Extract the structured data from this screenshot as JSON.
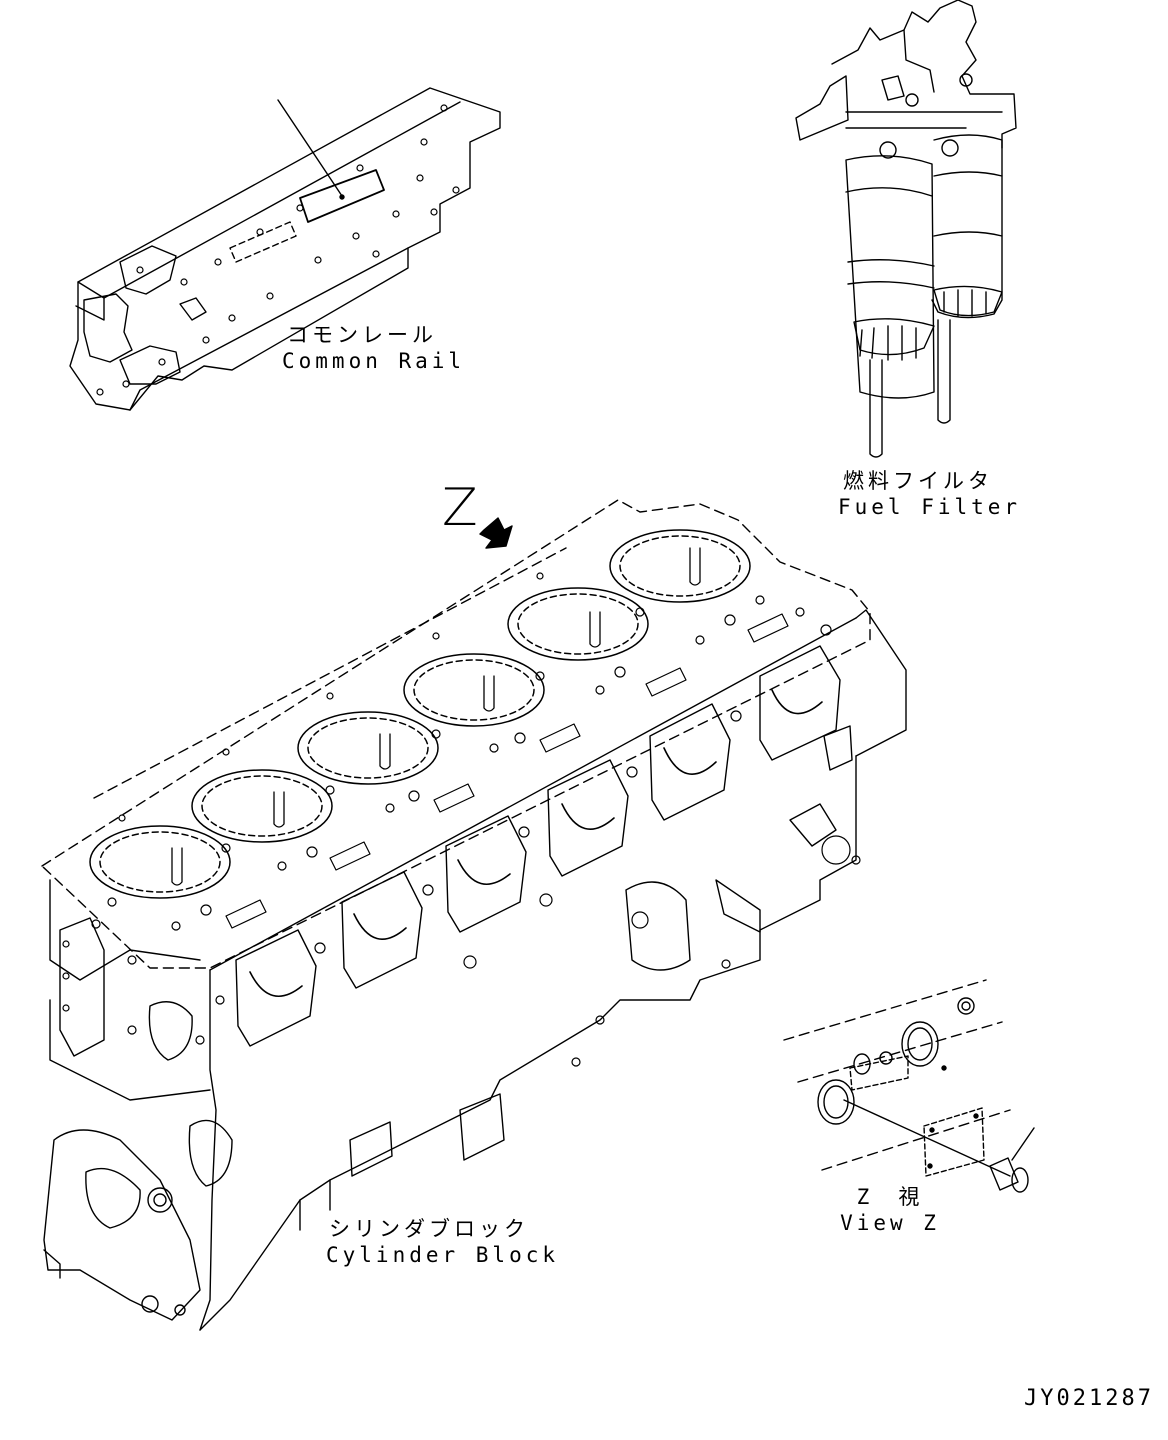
{
  "view_letter": "Z",
  "parts": {
    "common_rail": {
      "jp": "コモンレール",
      "en": "Common Rail"
    },
    "fuel_filter": {
      "jp": "燃料フイルタ",
      "en": "Fuel Filter"
    },
    "cylinder_block": {
      "jp": "シリンダブロック",
      "en": "Cylinder Block"
    },
    "view_z": {
      "jp": "Z　視",
      "en": "View Z"
    }
  },
  "drawing_code": "JY021287",
  "colors": {
    "line": "#000000",
    "background": "#ffffff"
  }
}
